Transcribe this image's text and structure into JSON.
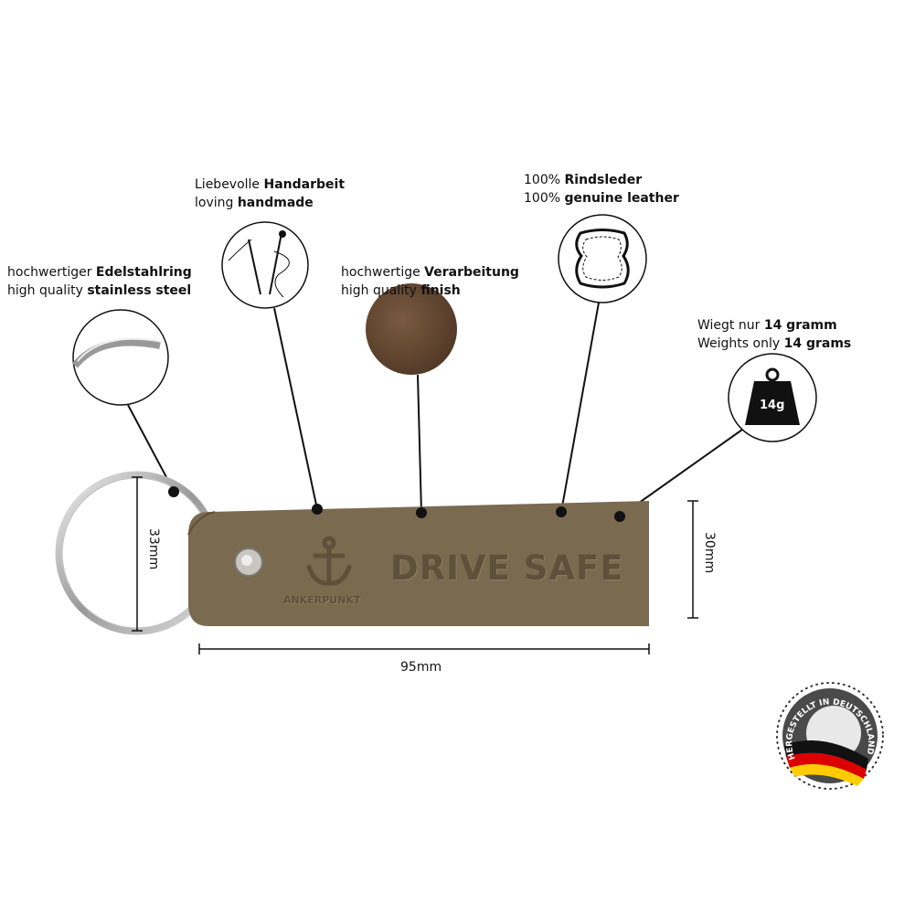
{
  "features": {
    "handmade": {
      "de_plain": "Liebevolle ",
      "de_bold": "Handarbeit",
      "en_plain": "loving ",
      "en_bold": "handmade"
    },
    "leather": {
      "de_plain": "100% ",
      "de_bold": "Rindsleder",
      "en_plain": "100% ",
      "en_bold": "genuine leather"
    },
    "steel": {
      "de_plain": "hochwertiger ",
      "de_bold": "Edelstahlring",
      "en_plain": "high quality ",
      "en_bold": "stainless steel"
    },
    "finish": {
      "de_plain": "hochwertige ",
      "de_bold": "Verarbeitung",
      "en_plain": "high quality ",
      "en_bold": "finish"
    },
    "weight": {
      "de_plain": "Wiegt nur ",
      "de_bold": "14 gramm",
      "en_plain": "Weights only ",
      "en_bold": "14 grams",
      "icon_label": "14g"
    }
  },
  "product": {
    "engraving": "DRIVE SAFE",
    "brand": "ANKERPUNKT",
    "leather_color": "#7a6a50"
  },
  "dimensions": {
    "ring": "33mm",
    "height": "30mm",
    "length": "95mm"
  },
  "badge": {
    "text": "HERGESTELLT IN DEUTSCHLAND"
  }
}
